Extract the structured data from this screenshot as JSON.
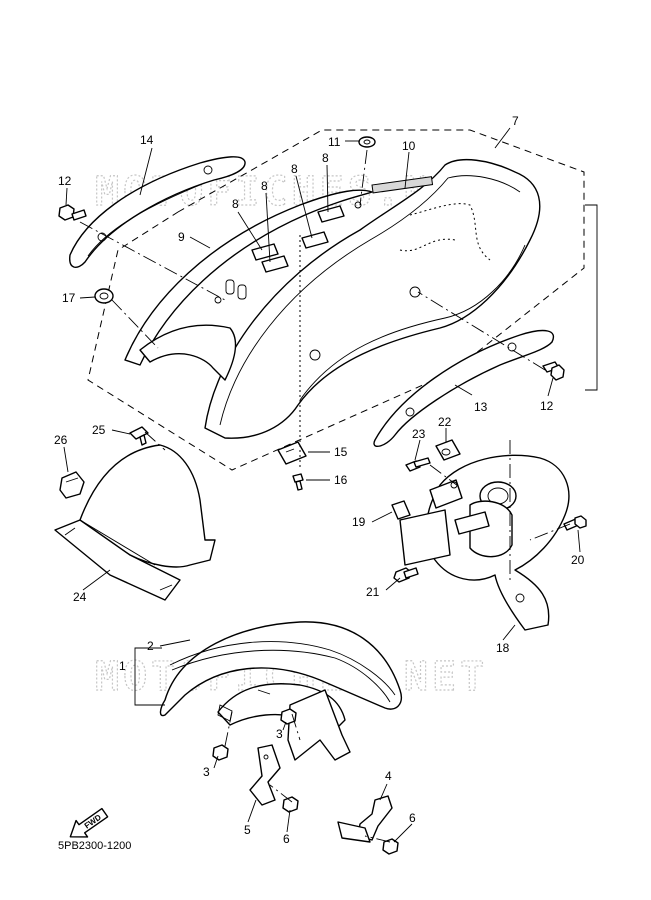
{
  "watermark": {
    "top_text": "MOTOFICHES.NET",
    "bottom_text": "MOTOFICHES.NET"
  },
  "drawing_code": "5PB2300-1200",
  "fwd_arrow_text": "FWD",
  "callouts": {
    "c1": "1",
    "c2": "2",
    "c3a": "3",
    "c3b": "3",
    "c4": "4",
    "c5": "5",
    "c6a": "6",
    "c6b": "6",
    "c7": "7",
    "c8a": "8",
    "c8b": "8",
    "c8c": "8",
    "c8d": "8",
    "c9": "9",
    "c10": "10",
    "c11": "11",
    "c12a": "12",
    "c12b": "12",
    "c13": "13",
    "c14": "14",
    "c15": "15",
    "c16": "16",
    "c17": "17",
    "c18": "18",
    "c19": "19",
    "c20": "20",
    "c21": "21",
    "c22": "22",
    "c23": "23",
    "c24": "24",
    "c25": "25",
    "c26": "26"
  }
}
